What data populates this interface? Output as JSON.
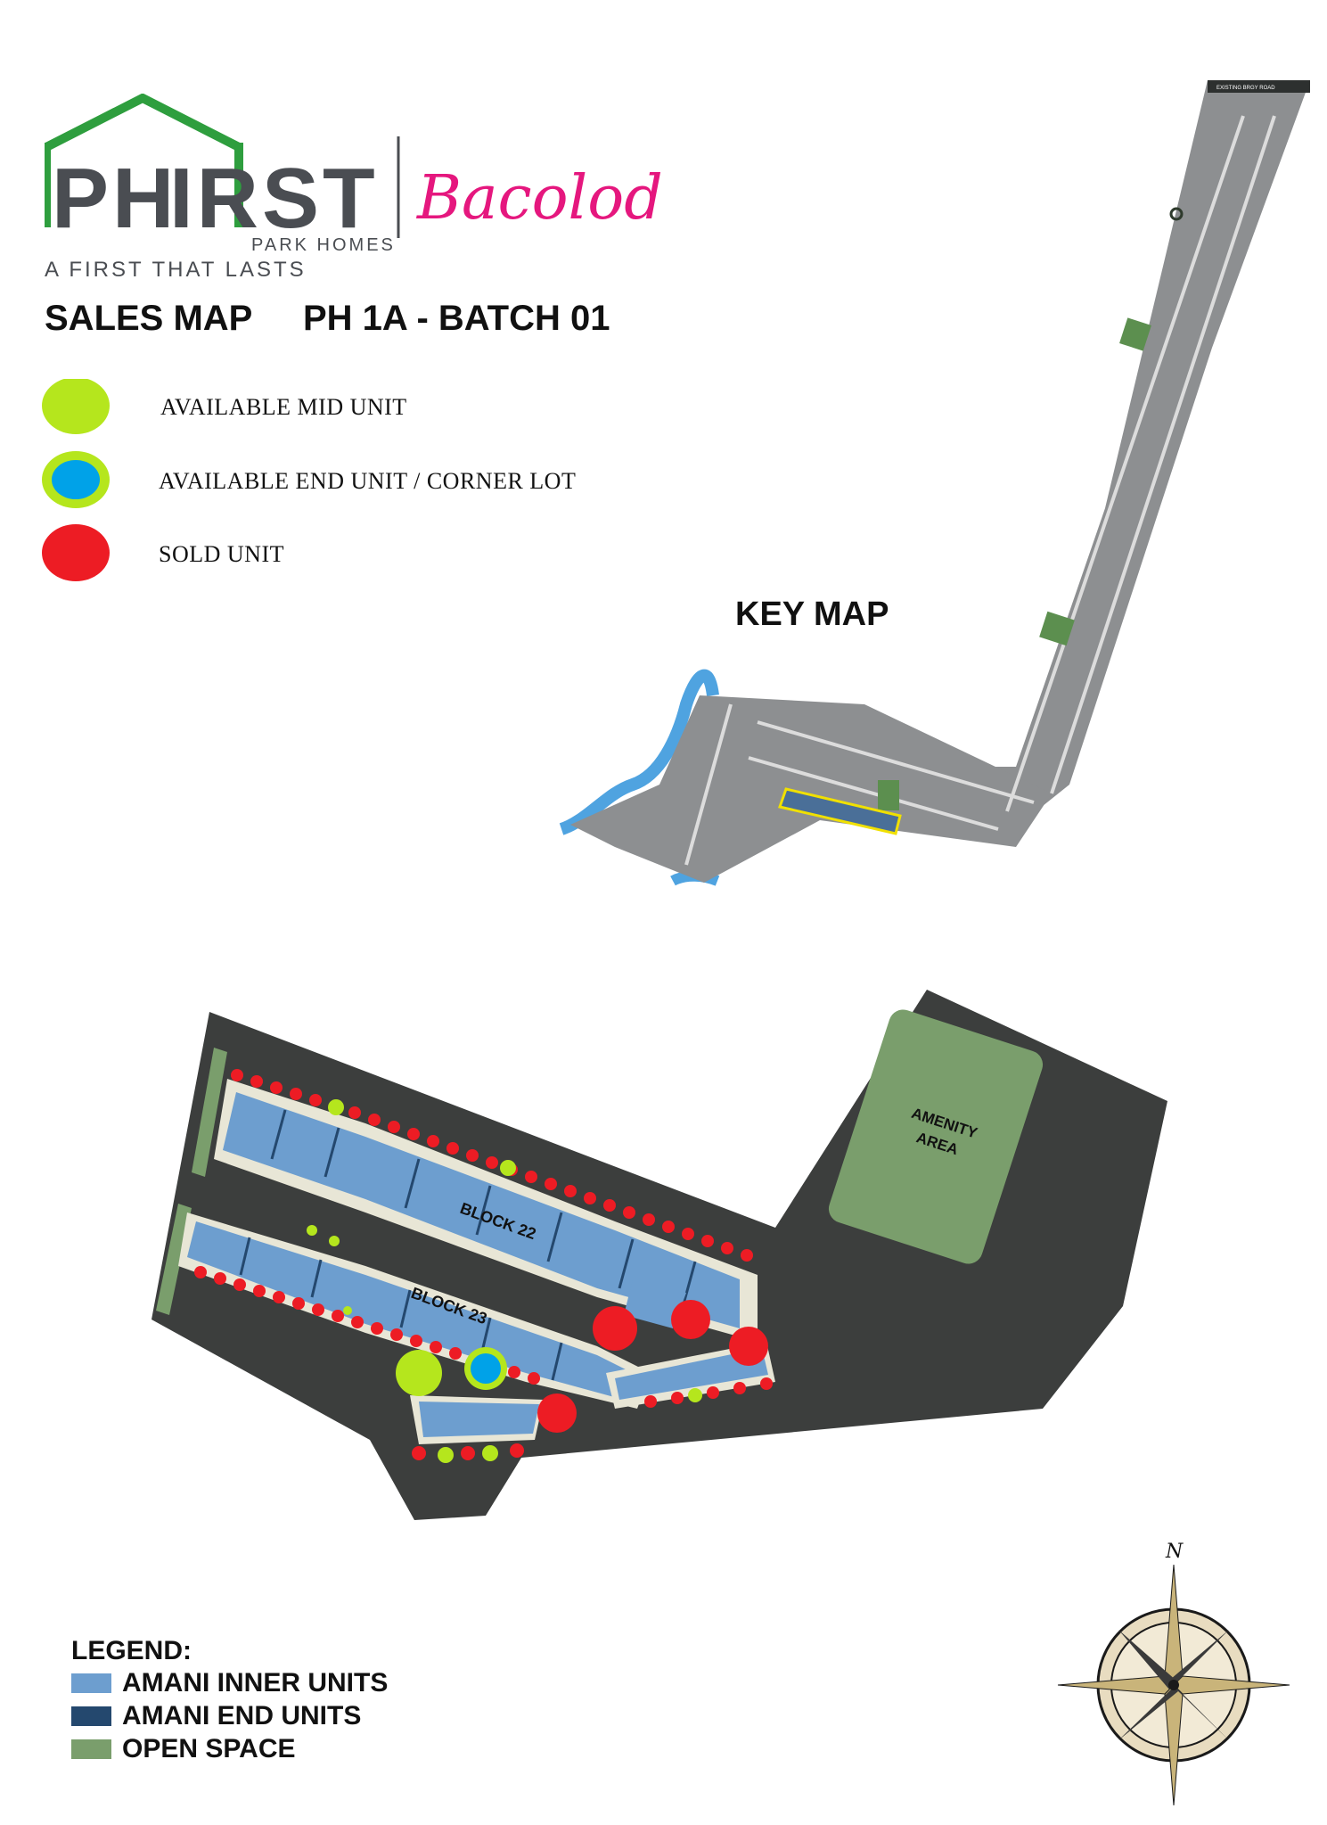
{
  "brand": {
    "name_part1": "PH",
    "name_part2": "IRST",
    "subtitle": "PARK HOMES",
    "location": "Bacolod",
    "tagline": "A FIRST THAT LASTS",
    "house_color": "#2e9e3e",
    "text_color": "#4a4d52",
    "script_color": "#e5177e"
  },
  "header": {
    "title": "SALES MAP",
    "phase": "PH 1A - BATCH 01"
  },
  "status_legend": [
    {
      "label": "AVAILABLE MID UNIT",
      "icon": "green-circle",
      "color": "#b5e61d"
    },
    {
      "label": "AVAILABLE END UNIT / CORNER LOT",
      "icon": "blue-circle-green-ring",
      "color": "#00a2e8"
    },
    {
      "label": "SOLD UNIT",
      "icon": "red-circle",
      "color": "#ed1c24"
    }
  ],
  "key_map": {
    "label": "KEY MAP",
    "road_label": "EXISTING BRGY ROAD"
  },
  "site_plan": {
    "amenity_line1": "AMENITY",
    "amenity_line2": "AREA",
    "block_a": "BLOCK 22",
    "block_b": "BLOCK 23"
  },
  "legend": {
    "title": "LEGEND:",
    "items": [
      {
        "label": "AMANI INNER UNITS",
        "color": "#6d9ecf"
      },
      {
        "label": "AMANI END UNITS",
        "color": "#24486e"
      },
      {
        "label": "OPEN SPACE",
        "color": "#7a9e6c"
      }
    ]
  },
  "compass": {
    "north": "N"
  }
}
